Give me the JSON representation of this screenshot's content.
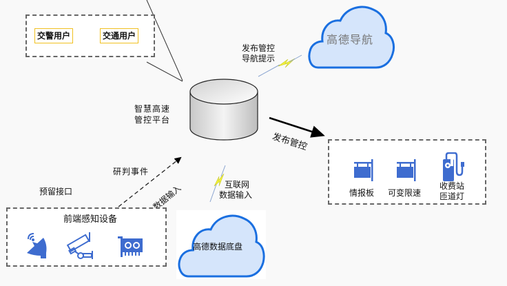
{
  "users": {
    "items": [
      {
        "label": "交警用户"
      },
      {
        "label": "交通用户"
      }
    ]
  },
  "navigation_cloud": {
    "label": "高德导航",
    "link_label_line1": "发布管控",
    "link_label_line2": "导航提示"
  },
  "platform": {
    "label_line1": "智慧高速",
    "label_line2": "管控平台"
  },
  "publish_arrow": {
    "label": "发布管控"
  },
  "roadside_devices": {
    "items": [
      {
        "label_line1": "情报板",
        "label_line2": "",
        "icon": "signboard-icon"
      },
      {
        "label_line1": "可变限速",
        "label_line2": "",
        "icon": "signboard-icon"
      },
      {
        "label_line1": "收费站",
        "label_line2": "匝道灯",
        "icon": "toll-station-icon"
      }
    ]
  },
  "event_arrow": {
    "label_above": "研判事件",
    "label_along": "数据输入"
  },
  "reserved_interface": {
    "label": "预留接口"
  },
  "frontend_sensors": {
    "title": "前端感知设备",
    "icons": [
      "satellite-dish-icon",
      "cctv-camera-icon",
      "sensor-card-icon"
    ]
  },
  "data_cloud": {
    "label": "高德数据底盘",
    "link_label_line1": "互联网",
    "link_label_line2": "数据输入"
  },
  "colors": {
    "icon_blue": "#3e6ccf",
    "cloud_fill": "#d5e5fb",
    "cloud_stroke": "#1a6fe0",
    "chip_border": "#f0c020",
    "lightning": "#f2f23a"
  }
}
